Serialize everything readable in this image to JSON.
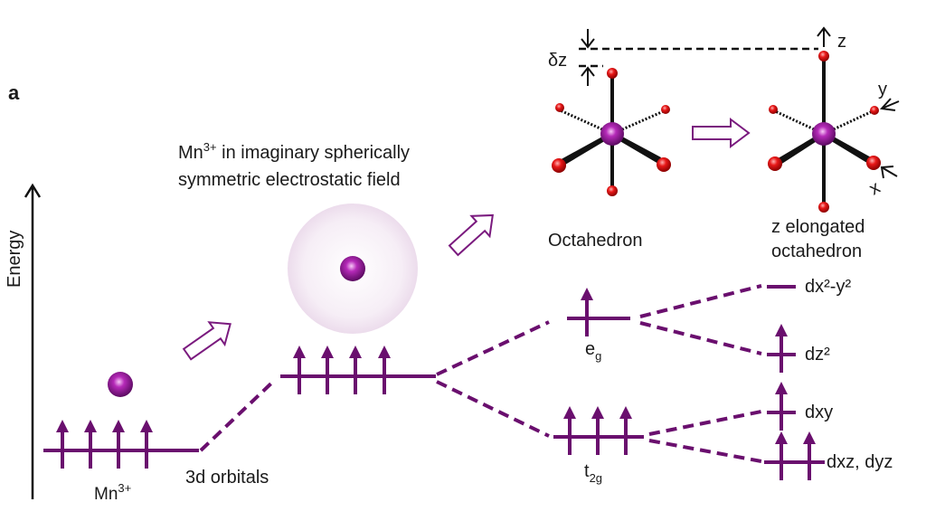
{
  "panel_label": "a",
  "colors": {
    "orbital": "#6a0f6e",
    "oxygen": "#e01010",
    "manganese": "#9a1aa0",
    "text": "#1a1a1a",
    "axis": "#111111",
    "field_sphere": "#f3e8f3"
  },
  "energy_axis": {
    "label": "Energy"
  },
  "field_caption": {
    "line1_prefix": "Mn",
    "line1_sup": "3+",
    "line1_suffix": " in imaginary spherically",
    "line2": "symmetric electrostatic field"
  },
  "geometry_labels": {
    "octahedron": "Octahedron",
    "elongated_line1": "z elongated",
    "elongated_line2": "octahedron",
    "delta_z": "δz",
    "axis_z": "z",
    "axis_y": "y",
    "axis_x": "x"
  },
  "levels": {
    "free_ion": {
      "label_base": "Mn",
      "label_sup": "3+",
      "electrons": 4,
      "caption": "3d orbitals"
    },
    "spherical": {
      "electrons": 4
    },
    "eg": {
      "label_base": "e",
      "label_sub": "g",
      "electrons": 1
    },
    "t2g": {
      "label_base": "t",
      "label_sub": "2g",
      "electrons": 3
    },
    "dx2y2": {
      "label": "dx²-y²",
      "electrons": 0
    },
    "dz2": {
      "label": "dz²",
      "electrons": 1
    },
    "dxy": {
      "label": "dxy",
      "electrons": 1
    },
    "dxz_dyz": {
      "label": "dxz, dyz",
      "electrons": 2
    }
  }
}
